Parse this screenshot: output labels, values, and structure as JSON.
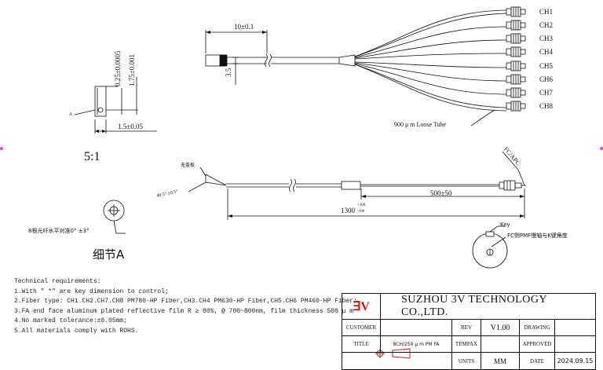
{
  "channels": [
    "CH1",
    "CH2",
    "CH3",
    "CH4",
    "CH5",
    "CH6",
    "CH7",
    "CH8"
  ],
  "dims": {
    "top_length": "10±0.1",
    "height_35": "3.5",
    "vert_a": "0.25±0.0005",
    "vert_b": "1.75±0.001",
    "base_width": "1.5±0.05",
    "label_a": "A",
    "scale": "5:1",
    "loose_tube": "900 μ m Loose Tube",
    "fc_apc": "FC/APC",
    "no_glue": "无盖板",
    "angle": "40.5° ±0.5°",
    "len_500": "500±50",
    "len_1300": "1300",
    "tol_up": "+100",
    "tol_down": "-100"
  },
  "detail": {
    "alignment_note": "8根光纤水平对准0° ±3°",
    "detail_label": "细节A",
    "key_label": "Key",
    "pmf_key_note": "FC侧PMF慢轴与K键角度"
  },
  "notes": {
    "heading": "Technical requirements:",
    "items": [
      "1.With \" *\" are key dimension to control;",
      "2.Fiber type: CH1.CH2.CH7.CH8 PM780-HP Fiber,CH3.CH4 PM630-HP Fiber,CH5.CH6 PM460-HP Fiber;",
      "3.FA end face aluminum plated reflective film R ≥ 80%, @ 700~800nm, film thickness 500 μ m",
      "4.No marked tolerance:±0.05mm;",
      "5.All materials comply with ROHS."
    ]
  },
  "title_block": {
    "company": "SUZHOU 3V TECHNOLOGY CO.,LTD.",
    "customer_label": "CUSTOMER",
    "customer_value": "",
    "rev_label": "REV",
    "rev_value": "V1.00",
    "drawing_label": "DRAWING",
    "drawing_value": "",
    "title_label": "TITLE",
    "title_value": "8CH/250 μ m PM FA",
    "tempax_label": "TEMPAX",
    "tempax_value": "",
    "approved_label": "APPROVED",
    "approved_value": "",
    "units_label": "UNITS",
    "units_value": "MM",
    "date_label": "DATE",
    "date_value": "2024.09.15"
  },
  "colors": {
    "line": "#111111",
    "logo": "#c0201c",
    "edge_marker": "#e048d0"
  }
}
